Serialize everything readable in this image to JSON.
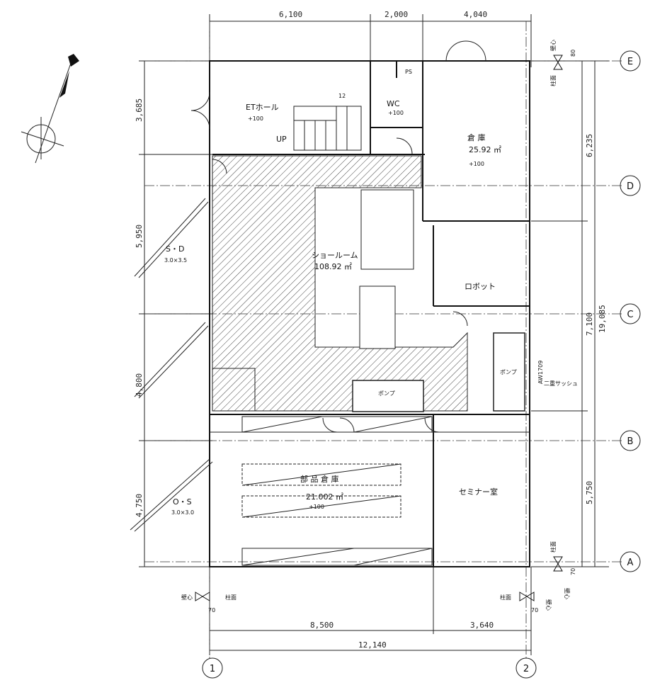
{
  "dimensions": {
    "top": [
      "6,100",
      "2,000",
      "4,040"
    ],
    "bottom": [
      "8,500",
      "3,640"
    ],
    "total_width": "12,140",
    "left": [
      "3,685",
      "5,950",
      "4,800",
      "4,750"
    ],
    "right": [
      "6,235",
      "7,100",
      "5,750"
    ],
    "total_height": "19,085",
    "small_offsets": [
      "80",
      "70",
      "70",
      "70"
    ]
  },
  "grid_axes": {
    "rows": [
      "E",
      "D",
      "C",
      "B",
      "A"
    ],
    "columns": [
      "1",
      "2"
    ]
  },
  "rooms": {
    "et_hall": {
      "name": "ETホール",
      "level": "+100"
    },
    "up": "UP",
    "ps": "PS",
    "wc": {
      "name": "WC",
      "level": "+100"
    },
    "warehouse": {
      "name": "倉 庫",
      "area": "25.92 ㎡",
      "level": "+100"
    },
    "sd": {
      "name": "S・D",
      "size": "3.0×3.5"
    },
    "showroom": {
      "name": "ショールーム",
      "area": "108.92 ㎡"
    },
    "robot": "ロボット",
    "pump1": "ポンプ",
    "pump2": "ポンプ",
    "aw": "AW1709",
    "sash": "二重サッシュ",
    "parts_warehouse": {
      "name": "部 品 倉 庫",
      "area": "21.002 ㎡",
      "level": "+100"
    },
    "os": {
      "name": "O・S",
      "size": "3.0×3.0"
    },
    "seminar": "セミナー室"
  },
  "annotations": {
    "wall_center": "壁心",
    "column_face": "柱面",
    "stair_step": "12"
  },
  "colors": {
    "line": "#111111",
    "hatch": "#444444",
    "background": "#ffffff"
  },
  "icons": [
    "north-arrow-icon",
    "compass-icon"
  ]
}
